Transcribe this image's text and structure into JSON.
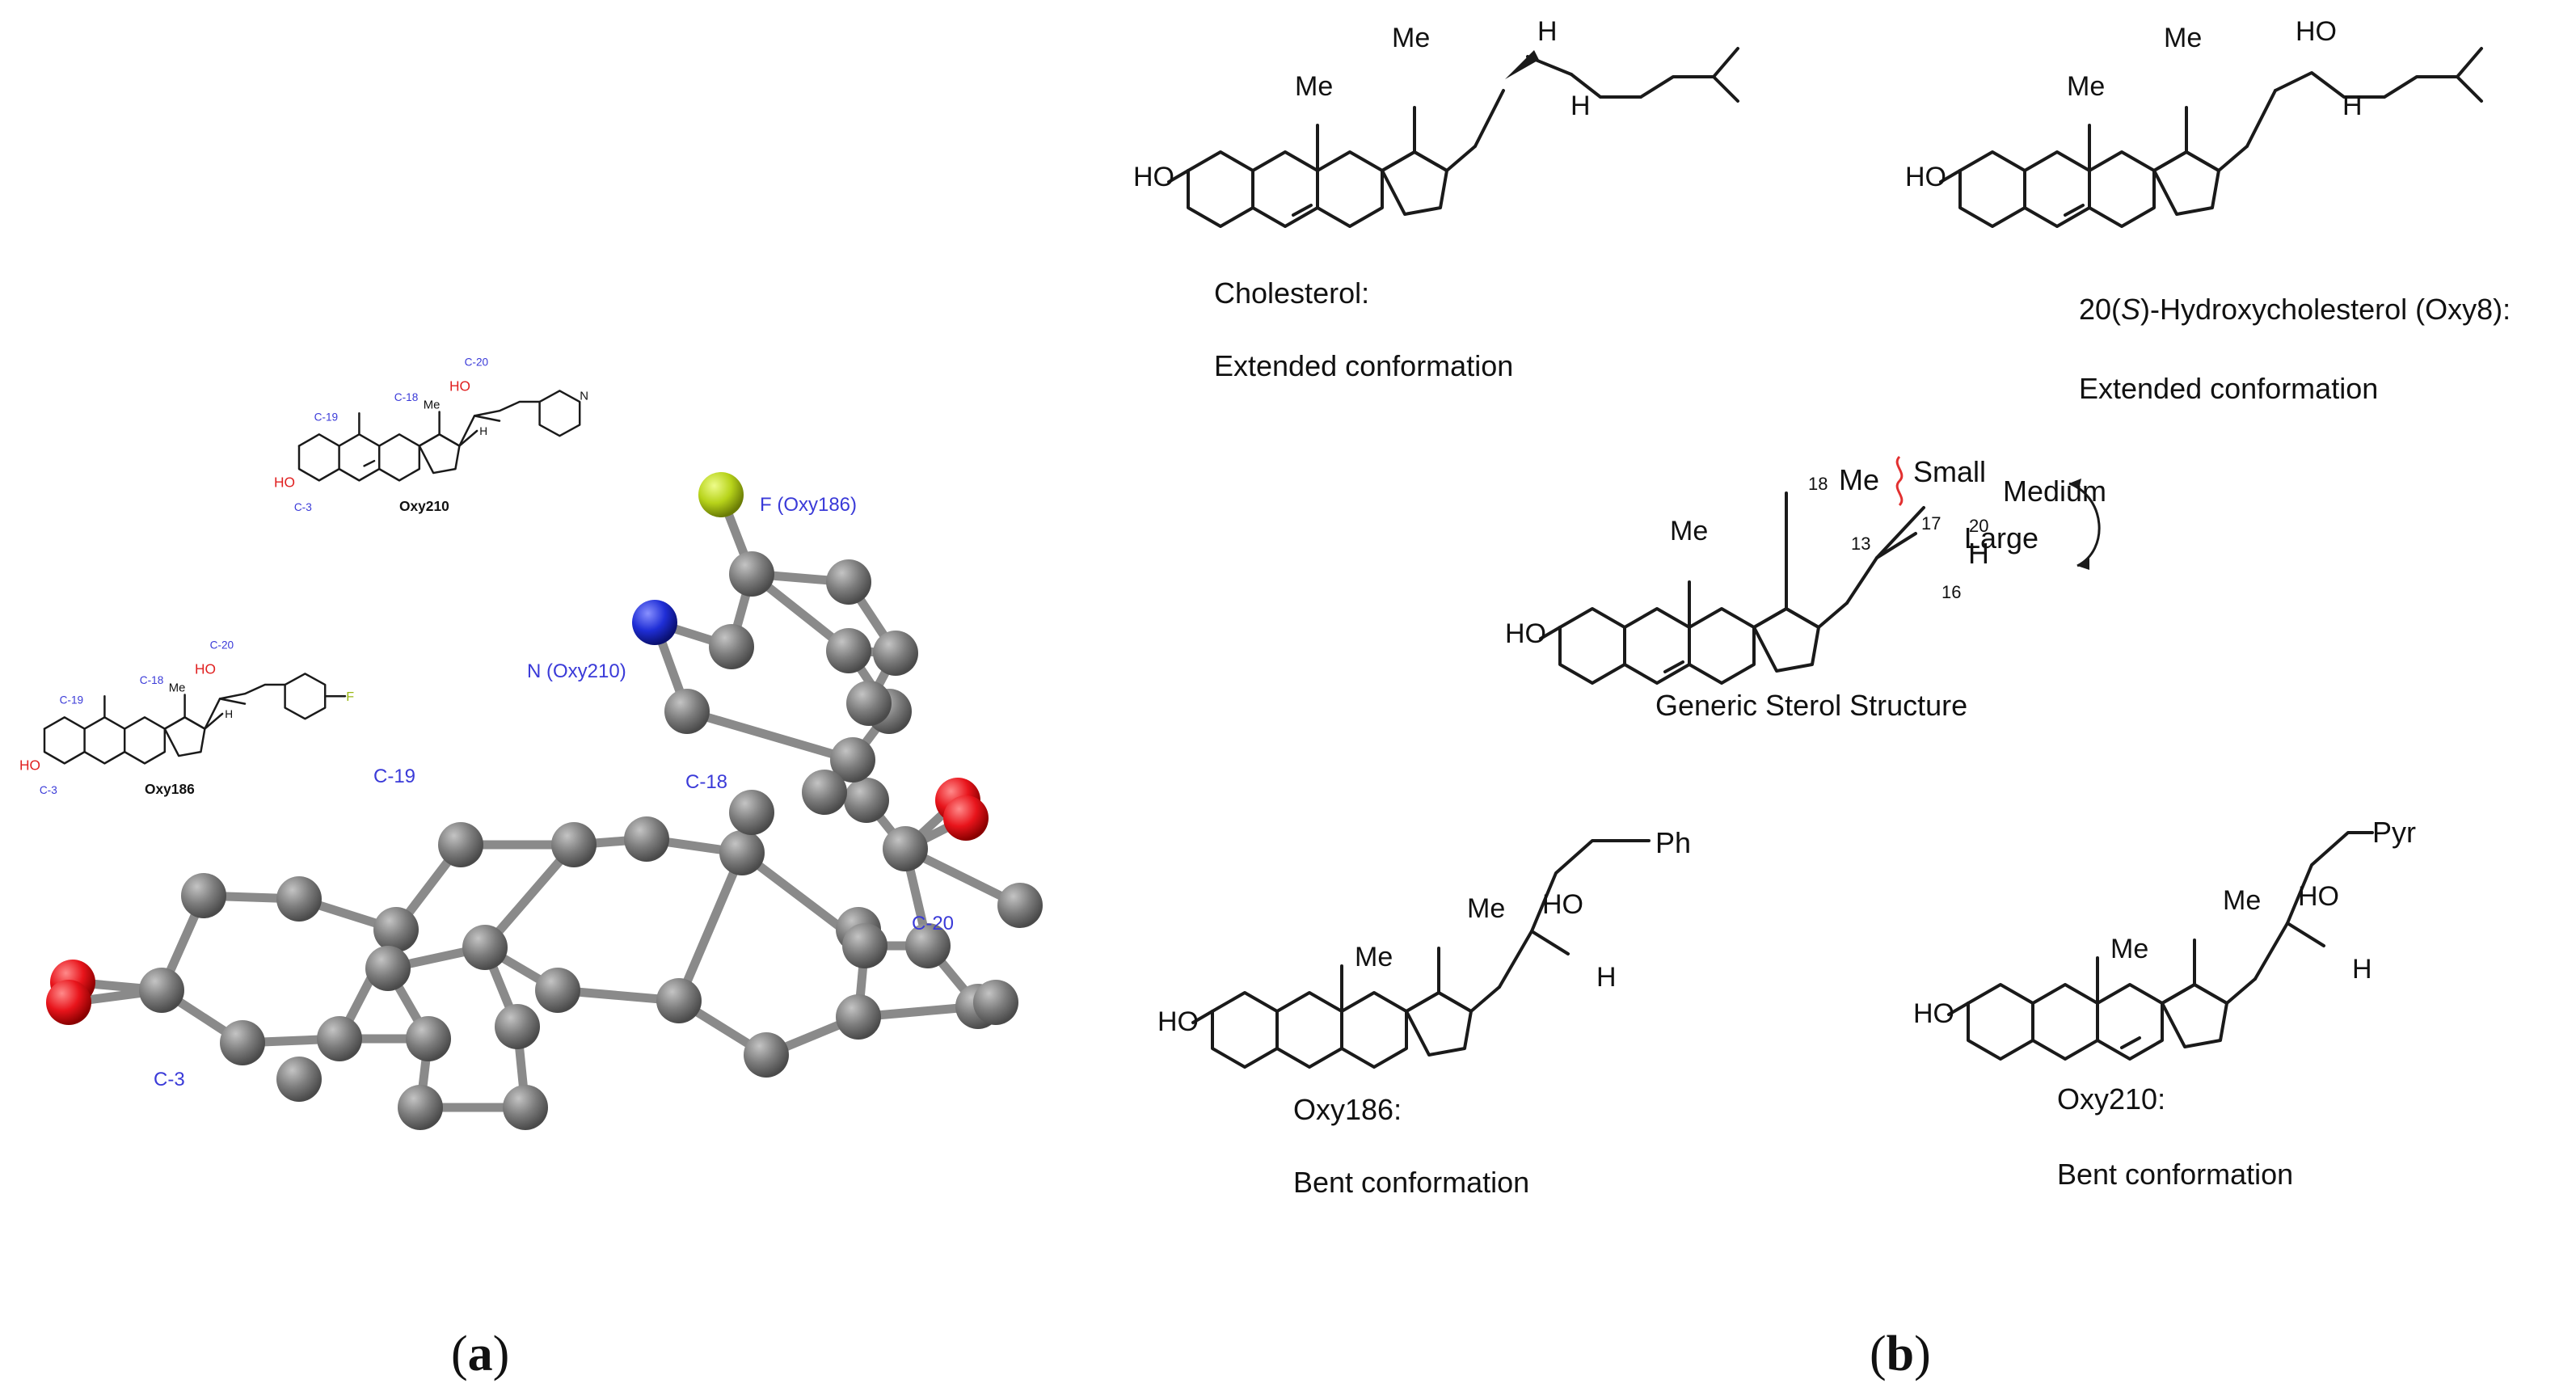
{
  "panel_a": {
    "panel_label": "(a)",
    "bold_label": "a",
    "oxy210_inset": {
      "name": "Oxy210",
      "HO": "HO",
      "Me": "Me",
      "H": "H",
      "N": "N",
      "c20": "C-20",
      "c18": "C-18",
      "c19": "C-19",
      "c3": "C-3"
    },
    "oxy186_inset": {
      "name": "Oxy186",
      "HO": "HO",
      "Me": "Me",
      "H": "H",
      "F": "F",
      "c20": "C-20",
      "c18": "C-18",
      "c19": "C-19",
      "c3": "C-3"
    },
    "model_labels": {
      "f": "F (Oxy186)",
      "n": "N (Oxy210)",
      "c19": "C-19",
      "c18": "C-18",
      "c20": "C-20",
      "c3": "C-3"
    },
    "colors": {
      "carbon": "#7a7a7a",
      "oxygen": "#e8141b",
      "nitrogen": "#1f2ed6",
      "fluorine": "#b7d31a",
      "annotation": "#3a3ad8"
    }
  },
  "panel_b": {
    "panel_label": "(b)",
    "bold_label": "b",
    "cholesterol": {
      "Me1": "Me",
      "Me2": "Me",
      "H1": "H",
      "H2": "H",
      "HO": "HO",
      "name": "Cholesterol:",
      "conformation": "Extended conformation"
    },
    "oxy8": {
      "Me1": "Me",
      "Me2": "Me",
      "HO_side": "HO",
      "H": "H",
      "HO": "HO",
      "name_prefix": "20(",
      "name_italic": "S",
      "name_suffix": ")-Hydroxycholesterol (Oxy8):",
      "conformation": "Extended conformation"
    },
    "generic": {
      "n18": "18",
      "Me18": "Me",
      "Me19": "Me",
      "small": "Small",
      "medium": "Medium",
      "large": "Large",
      "n13": "13",
      "n17": "17",
      "n20": "20",
      "n16": "16",
      "H": "H",
      "HO": "HO",
      "name": "Generic Sterol Structure"
    },
    "oxy186": {
      "Ph": "Ph",
      "Me1": "Me",
      "Me2": "Me",
      "HO_side": "HO",
      "H": "H",
      "HO": "HO",
      "name": "Oxy186:",
      "conformation": "Bent conformation"
    },
    "oxy210": {
      "Pyr": "Pyr",
      "Me1": "Me",
      "Me2": "Me",
      "HO_side": "HO",
      "H": "H",
      "HO": "HO",
      "name": "Oxy210:",
      "conformation": "Bent conformation"
    }
  }
}
